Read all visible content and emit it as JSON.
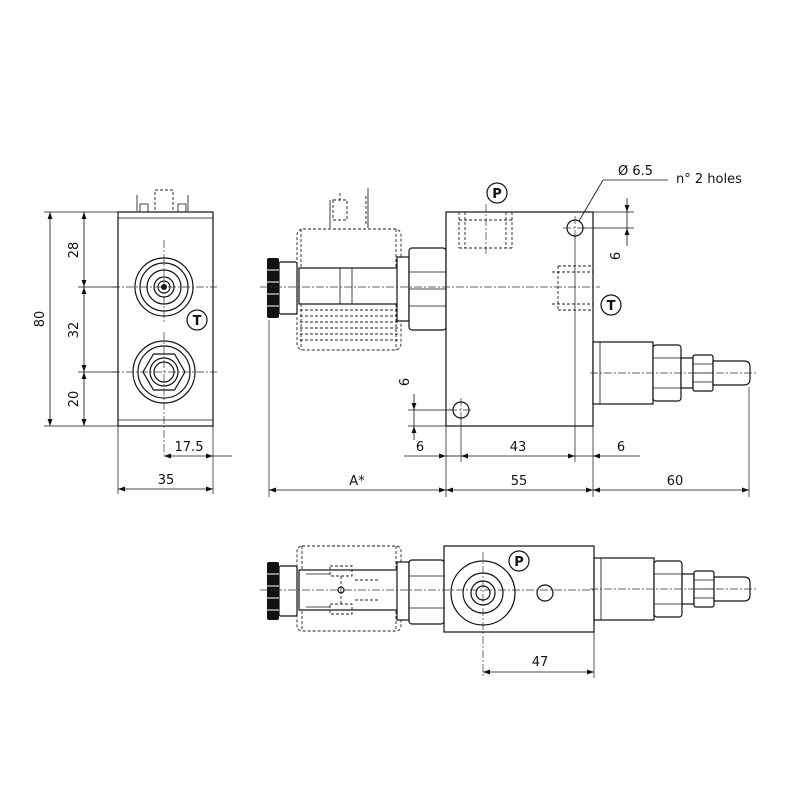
{
  "dimensions": {
    "front_height": "80",
    "front_top": "28",
    "front_mid": "32",
    "front_bottom": "20",
    "front_offset": "17.5",
    "front_width": "35",
    "coil_length": "A*",
    "body_length": "55",
    "cartridge_length": "60",
    "hole_offset_left": "6",
    "hole_pitch": "43",
    "hole_offset_right": "6",
    "hole_offset_bottom": "6",
    "hole_offset_top": "6",
    "top_view_port": "47"
  },
  "annotations": {
    "hole_diameter": "Ø 6.5",
    "hole_count": "n° 2 holes"
  },
  "ports": {
    "pressure": "P",
    "tank": "T"
  }
}
